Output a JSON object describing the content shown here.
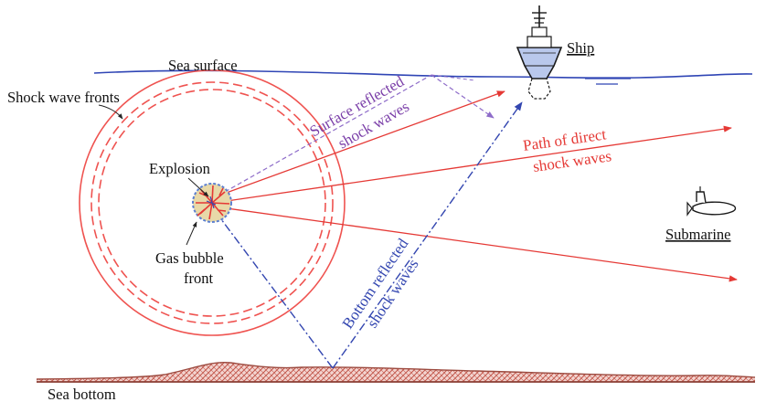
{
  "labels": {
    "sea_surface": "Sea surface",
    "ship": "Ship",
    "shock_wave_fronts": "Shock wave fronts",
    "explosion": "Explosion",
    "gas_bubble_line1": "Gas bubble",
    "gas_bubble_line2": "front",
    "submarine": "Submarine",
    "sea_bottom": "Sea bottom",
    "surface_reflected_line1": "Surface reflected",
    "surface_reflected_line2": "shock waves",
    "direct_line1": "Path of direct",
    "direct_line2": "shock waves",
    "bottom_reflected_line1": "Bottom reflected",
    "bottom_reflected_line2": "shock waves"
  },
  "colors": {
    "water_line": "#2f45b5",
    "shock_front": "#ef5350",
    "direct_path": "#e53935",
    "surface_reflected": "#8e6cc9",
    "bottom_reflected": "#3346b0",
    "seabed": "#b0574a",
    "bubble_fill": "#e8d9a8",
    "bubble_edge": "#5b7fd0",
    "ship_fill": "#b9c8ec"
  }
}
